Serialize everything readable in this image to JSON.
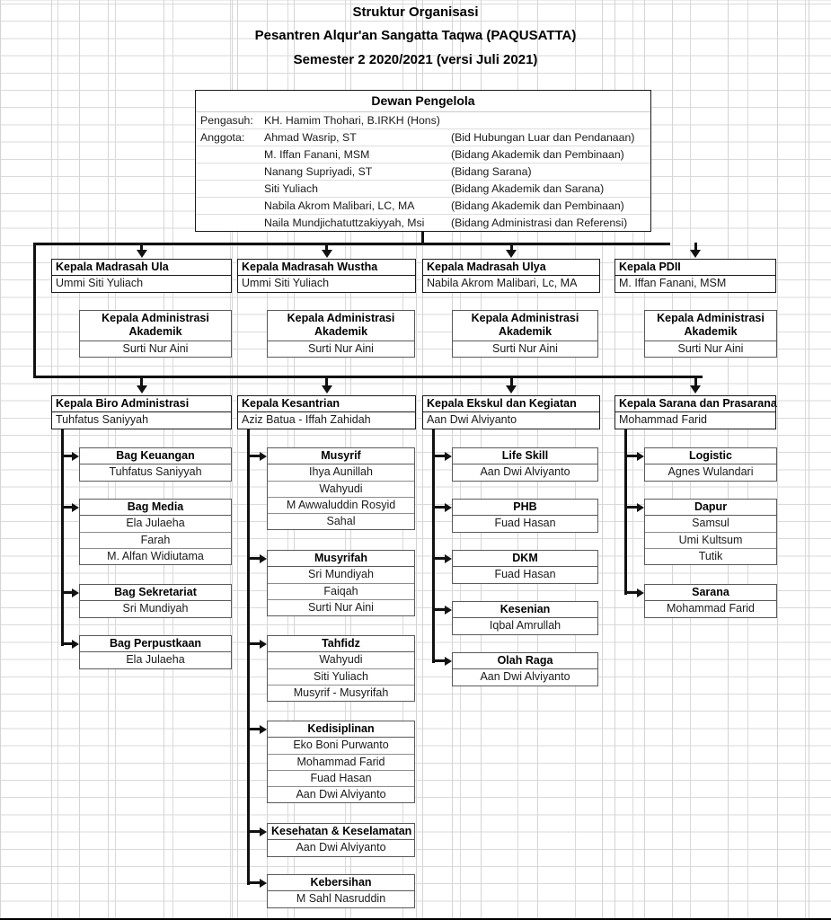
{
  "title": {
    "line1": "Struktur Organisasi",
    "line2": "Pesantren Alqur'an Sangatta Taqwa (PAQUSATTA)",
    "line3": "Semester 2 2020/2021 (versi Juli 2021)"
  },
  "dewan": {
    "heading": "Dewan Pengelola",
    "label_pengasuh": "Pengasuh:",
    "label_anggota": "Anggota:",
    "rows": [
      {
        "label": "Pengasuh:",
        "name": "KH. Hamim Thohari, B.IRKH (Hons)",
        "note": ""
      },
      {
        "label": "Anggota:",
        "name": "Ahmad Wasrip, ST",
        "note": "(Bid Hubungan Luar dan Pendanaan)"
      },
      {
        "label": "",
        "name": "M. Iffan Fanani, MSM",
        "note": "(Bidang Akademik dan Pembinaan)"
      },
      {
        "label": "",
        "name": "Nanang Supriyadi, ST",
        "note": "(Bidang Sarana)"
      },
      {
        "label": "",
        "name": "Siti Yuliach",
        "note": "(Bidang Akademik dan Sarana)"
      },
      {
        "label": "",
        "name": "Nabila Akrom Malibari, LC, MA",
        "note": "(Bidang Akademik dan Pembinaan)"
      },
      {
        "label": "",
        "name": "Naila Mundjichatuttzakiyyah, Msi",
        "note": "(Bidang Administrasi dan Referensi)"
      }
    ]
  },
  "madrasah": [
    {
      "title": "Kepala Madrasah Ula",
      "person": "Ummi Siti Yuliach"
    },
    {
      "title": "Kepala Madrasah Wustha",
      "person": "Ummi Siti Yuliach"
    },
    {
      "title": "Kepala Madrasah Ulya",
      "person": "Nabila Akrom Malibari, Lc, MA"
    },
    {
      "title": "Kepala PDII",
      "person": "M. Iffan Fanani, MSM"
    }
  ],
  "administrasi_akademik": [
    {
      "title": "Kepala Administrasi Akademik",
      "person": "Surti Nur Aini"
    },
    {
      "title": "Kepala Administrasi Akademik",
      "person": "Surti Nur Aini"
    },
    {
      "title": "Kepala Administrasi Akademik",
      "person": "Surti Nur Aini"
    },
    {
      "title": "Kepala Administrasi Akademik",
      "person": "Surti Nur Aini"
    }
  ],
  "divisions": [
    {
      "title": "Kepala Biro Administrasi",
      "person": "Tuhfatus Saniyyah",
      "units": [
        {
          "title": "Bag Keuangan",
          "members": [
            "Tuhfatus Saniyyah"
          ]
        },
        {
          "title": "Bag Media",
          "members": [
            "Ela Julaeha",
            "Farah",
            "M. Alfan Widiutama"
          ]
        },
        {
          "title": "Bag Sekretariat",
          "members": [
            "Sri Mundiyah"
          ]
        },
        {
          "title": "Bag Perpustkaan",
          "members": [
            "Ela Julaeha"
          ]
        }
      ]
    },
    {
      "title": "Kepala Kesantrian",
      "person": "Aziz Batua - Iffah Zahidah",
      "units": [
        {
          "title": "Musyrif",
          "members": [
            "Ihya Aunillah",
            "Wahyudi",
            "M Awwaluddin Rosyid",
            "Sahal"
          ]
        },
        {
          "title": "Musyrifah",
          "members": [
            "Sri Mundiyah",
            "Faiqah",
            "Surti Nur Aini"
          ]
        },
        {
          "title": "Tahfidz",
          "members": [
            "Wahyudi",
            "Siti Yuliach",
            "Musyrif - Musyrifah"
          ]
        },
        {
          "title": "Kedisiplinan",
          "members": [
            "Eko Boni Purwanto",
            "Mohammad Farid",
            "Fuad Hasan",
            "Aan Dwi Alviyanto"
          ]
        },
        {
          "title": "Kesehatan & Keselamatan",
          "members": [
            "Aan Dwi Alviyanto"
          ]
        },
        {
          "title": "Kebersihan",
          "members": [
            "M Sahl Nasruddin"
          ]
        }
      ]
    },
    {
      "title": "Kepala Ekskul dan Kegiatan",
      "person": "Aan Dwi Alviyanto",
      "units": [
        {
          "title": "Life Skill",
          "members": [
            "Aan Dwi Alviyanto"
          ]
        },
        {
          "title": "PHB",
          "members": [
            "Fuad Hasan"
          ]
        },
        {
          "title": "DKM",
          "members": [
            "Fuad Hasan"
          ]
        },
        {
          "title": "Kesenian",
          "members": [
            "Iqbal Amrullah"
          ]
        },
        {
          "title": "Olah Raga",
          "members": [
            "Aan Dwi Alviyanto"
          ]
        }
      ]
    },
    {
      "title": "Kepala Sarana dan Prasarana",
      "person": "Mohammad Farid",
      "units": [
        {
          "title": "Logistic",
          "members": [
            "Agnes Wulandari"
          ]
        },
        {
          "title": "Dapur",
          "members": [
            "Samsul",
            "Umi Kultsum",
            "Tutik"
          ]
        },
        {
          "title": "Sarana",
          "members": [
            "Mohammad Farid"
          ]
        }
      ]
    }
  ],
  "colors": {
    "line": "#111111",
    "box_border": "#5a5a5a",
    "box_border_dark": "#1a1a1a",
    "grid": "#d4d4d4",
    "background": "#ffffff"
  }
}
